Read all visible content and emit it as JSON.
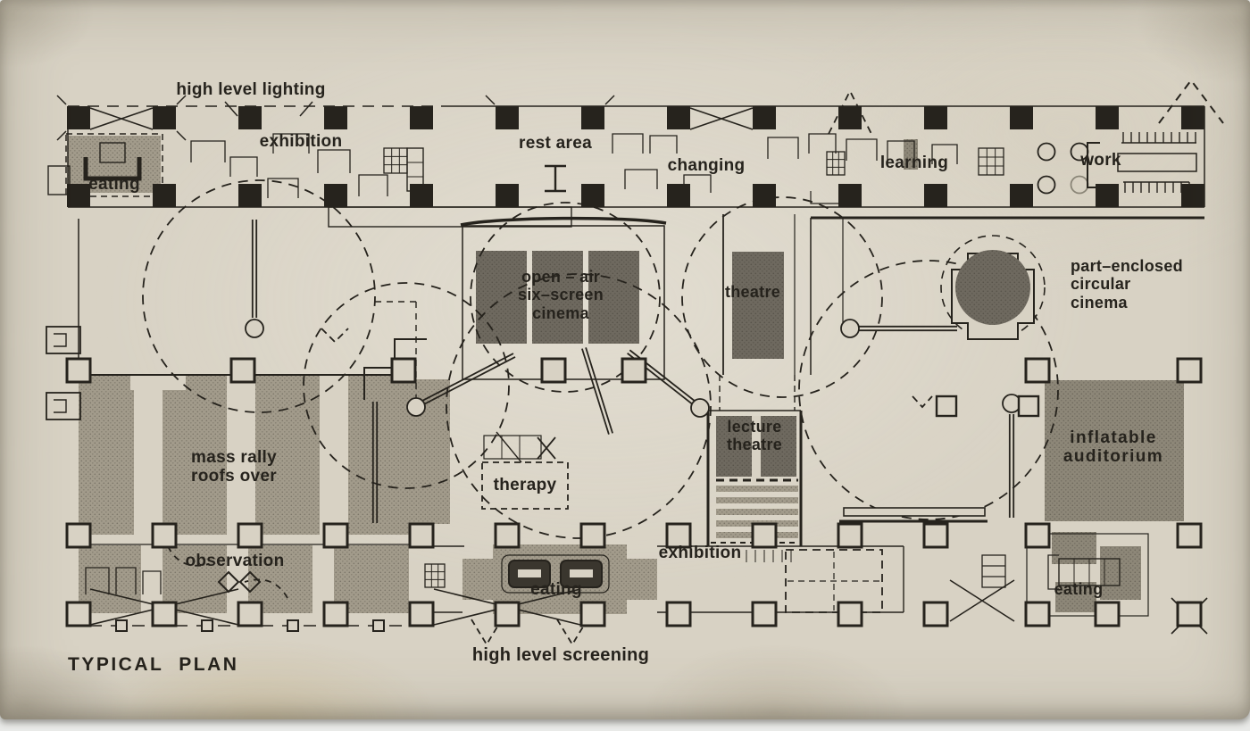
{
  "title": "TYPICAL PLAN",
  "labels": {
    "high_level_lighting": "high level lighting",
    "exhibition_top": "exhibition",
    "eating_top_left": "eating",
    "rest_area": "rest area",
    "changing": "changing",
    "learning": "learning",
    "work": "work",
    "open_air_cinema": "open – air\nsix–screen\ncinema",
    "theatre": "theatre",
    "part_enclosed_circular_cinema": "part–enclosed\ncircular\ncinema",
    "mass_rally": "mass rally\nroofs over",
    "lecture_theatre": "lecture\ntheatre",
    "therapy": "therapy",
    "inflatable_auditorium": "inflatable\nauditorium",
    "observation": "observation",
    "exhibition_bottom": "exhibition",
    "eating_bottom_center": "eating",
    "eating_bottom_right": "eating",
    "high_level_screening": "high level screening"
  },
  "colors": {
    "paper": "#d8d2c4",
    "ink": "#26231d",
    "gray_light": "#a29b8b",
    "gray_mid": "#8d8778",
    "gray_dark": "#6e695f"
  }
}
